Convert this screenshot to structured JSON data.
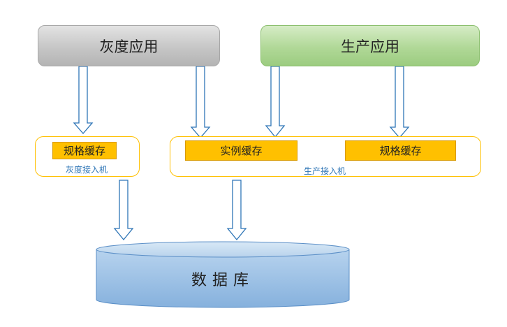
{
  "apps": {
    "gray": "灰度应用",
    "production": "生产应用"
  },
  "gray_access": {
    "label": "灰度接入机",
    "cache": "规格缓存"
  },
  "prod_access": {
    "label": "生产接入机",
    "instance_cache": "实例缓存",
    "spec_cache": "规格缓存"
  },
  "database": {
    "label": "数据库"
  },
  "colors": {
    "gray_app": "#c6c6c6",
    "prod_app": "#a9d18e",
    "cache": "#ffc000",
    "access_border": "#ffc000",
    "access_label": "#2e75b6",
    "database": "#9dc3e6",
    "arrow": "#2e75b6"
  }
}
